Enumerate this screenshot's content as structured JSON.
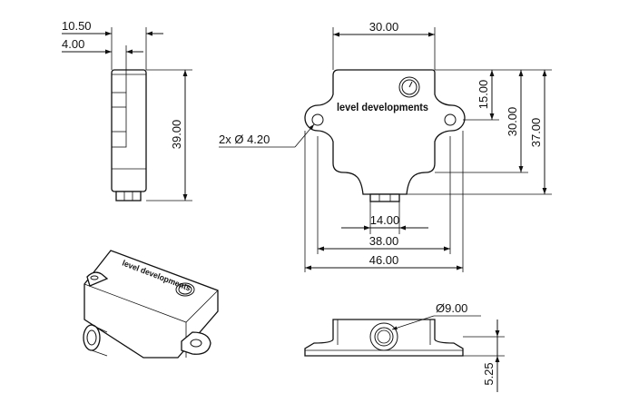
{
  "brand": {
    "name": "level developments"
  },
  "dimensions": {
    "side_width_total": "10.50",
    "side_width_inner": "4.00",
    "side_height": "39.00",
    "top_width": "30.00",
    "right_15": "15.00",
    "right_30": "30.00",
    "right_37": "37.00",
    "holes": "2x Ø 4.20",
    "bottom_14": "14.00",
    "bottom_38": "38.00",
    "bottom_46": "46.00",
    "connector_dia": "Ø9.00",
    "front_height": "5.25"
  }
}
